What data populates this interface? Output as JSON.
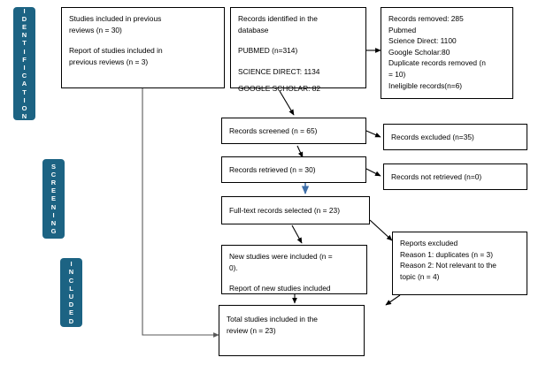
{
  "diagram": {
    "title": "PRISMA flow diagram",
    "accent_color": "#1c6383",
    "line_color": "#000000",
    "blue_arrow_color": "#3f6fa8",
    "gray_line_color": "#595959"
  },
  "stages": [
    {
      "name": "identification",
      "label": "IDENTIFICATION",
      "letters": [
        "I",
        "D",
        "E",
        "N",
        "T",
        "I",
        "F",
        "I",
        "C",
        "A",
        "T",
        "I",
        "O",
        "N"
      ]
    },
    {
      "name": "screening",
      "label": "SCREENING",
      "letters": [
        "S",
        "C",
        "R",
        "E",
        "E",
        "N",
        "I",
        "N",
        "G"
      ]
    },
    {
      "name": "included",
      "label": "INCLUDED",
      "letters": [
        "I",
        "N",
        "C",
        "L",
        "U",
        "D",
        "E",
        "D"
      ]
    }
  ],
  "boxes": {
    "previous_studies": {
      "line1": "Studies included in previous",
      "line2": "reviews (n = 30)",
      "line3": "Report of studies included in",
      "line4": "previous reviews (n = 3)"
    },
    "records_identified": {
      "line1": "Records identified in the",
      "line2": "database",
      "line3": "PUBMED (n=314)",
      "line4": "SCIENCE DIRECT: 1134",
      "line5": "GOOGLE SCHOLAR: 82"
    },
    "records_removed": {
      "line1": "Records removed: 285",
      "line2": "Pubmed",
      "line3": "Science Direct: 1100",
      "line4": "Google Scholar:80",
      "line5": "Duplicate records removed (n",
      "line6": "= 10)",
      "line7": "Ineligible records(n=6)"
    },
    "records_screened": {
      "line1": "Records screened (n = 65)"
    },
    "records_excluded": {
      "line1": "Records excluded (n=35)"
    },
    "records_retrieved": {
      "line1": "Records retrieved (n = 30)"
    },
    "records_not_retrieved": {
      "line1": "Records not retrieved (n=0)"
    },
    "fulltext_selected": {
      "line1": "Full-text records selected (n = 23)"
    },
    "reports_excluded": {
      "line1": "Reports excluded",
      "line2": "Reason 1: duplicates (n = 3)",
      "line3": "Reason 2: Not relevant to the",
      "line4": "topic (n = 4)"
    },
    "new_studies": {
      "line1": "New studies were included (n =",
      "line2": "0).",
      "line3": "Report of new studies included"
    },
    "total_included": {
      "line1": "Total studies included in the",
      "line2": "review (n = 23)"
    }
  }
}
